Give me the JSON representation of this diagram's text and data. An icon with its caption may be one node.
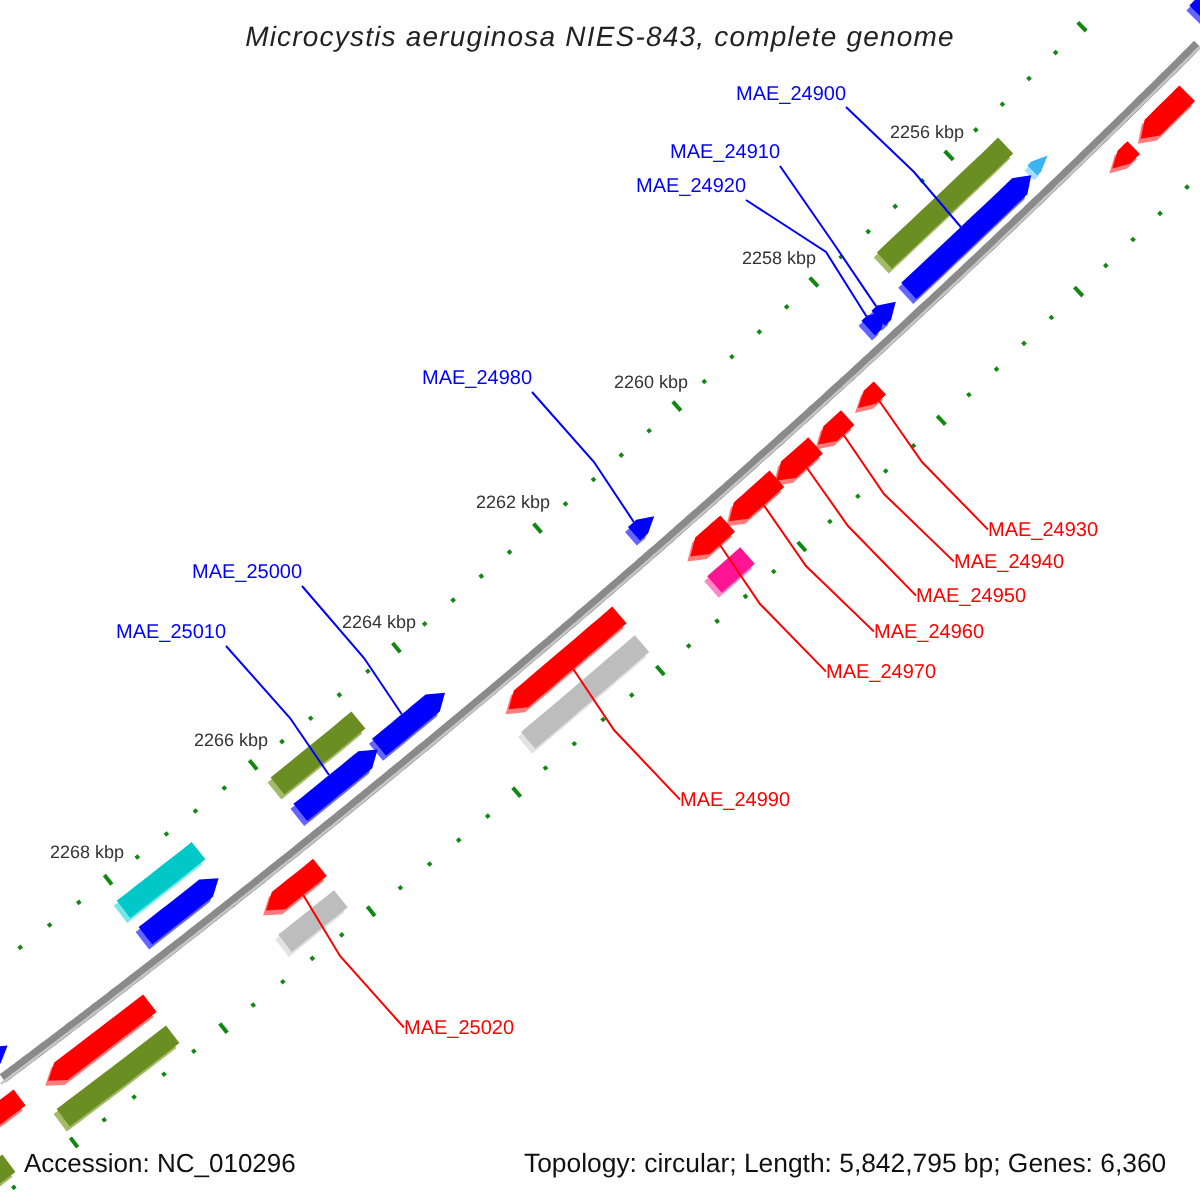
{
  "diagram": {
    "title": "Microcystis aeruginosa NIES-843, complete genome",
    "nodes": [
      {
        "text": [
          "MAE_24900"
        ]
      },
      {
        "text": [
          "MAE_24910"
        ]
      },
      {
        "text": [
          "MAE_24920"
        ]
      },
      {
        "text": [
          "MAE_24980"
        ]
      },
      {
        "text": [
          "MAE_24930"
        ]
      },
      {
        "text": [
          "MAE_24940"
        ]
      },
      {
        "text": [
          "MAE_25000"
        ]
      },
      {
        "text": [
          "MAE_24950"
        ]
      },
      {
        "text": [
          "MAE_25010"
        ]
      },
      {
        "text": [
          "MAE_24960"
        ]
      },
      {
        "text": [
          "MAE_24970"
        ]
      },
      {
        "text": [
          "MAE_24990"
        ]
      },
      {
        "text": [
          "MAE_25020"
        ]
      },
      {
        "text": [],
        "shape": "arrow"
      },
      {
        "text": [],
        "shape": "arrow"
      },
      {
        "text": [],
        "shape": "arrow"
      },
      {
        "text": [],
        "shape": "arrow"
      },
      {
        "text": [],
        "shape": "bar"
      },
      {
        "text": [],
        "shape": "arrow"
      },
      {
        "text": [],
        "shape": "arrow"
      },
      {
        "text": [],
        "shape": "arrow"
      },
      {
        "text": [],
        "shape": "arrow"
      },
      {
        "text": [],
        "shape": "arrow"
      },
      {
        "text": [],
        "shape": "arrow"
      },
      {
        "text": [],
        "shape": "arrow"
      },
      {
        "text": [],
        "shape": "arrow"
      },
      {
        "text": [],
        "shape": "arrow"
      },
      {
        "text": [],
        "shape": "bar"
      },
      {
        "text": [],
        "shape": "arrow"
      },
      {
        "text": [],
        "shape": "bar"
      },
      {
        "text": [],
        "shape": "arrow"
      },
      {
        "text": [],
        "shape": "bar"
      },
      {
        "text": [],
        "shape": "arrow"
      },
      {
        "text": [],
        "shape": "bar"
      },
      {
        "text": [],
        "shape": "arrow"
      },
      {
        "text": [],
        "shape": "arrow"
      },
      {
        "text": [],
        "shape": "bar"
      },
      {
        "text": [],
        "shape": "arrow"
      },
      {
        "text": [],
        "shape": "arrow"
      },
      {
        "text": [],
        "shape": "bar"
      },
      {
        "text": [],
        "shape": "arrow"
      },
      {
        "text": [],
        "shape": "bar"
      }
    ],
    "edges": [
      {
        "from": 0,
        "to": 18,
        "arrow": "none",
        "color": "#0000ff"
      },
      {
        "from": 1,
        "to": 19,
        "arrow": "none",
        "color": "#0000ff"
      },
      {
        "from": 2,
        "to": 20,
        "arrow": "none",
        "color": "#0000ff"
      },
      {
        "from": 3,
        "to": 25,
        "arrow": "none",
        "color": "#0000ff"
      },
      {
        "from": 4,
        "to": 21,
        "arrow": "none"
      },
      {
        "from": 5,
        "to": 22,
        "arrow": "none"
      },
      {
        "from": 6,
        "to": 30,
        "arrow": "none",
        "color": "#0000ff"
      },
      {
        "from": 7,
        "to": 23,
        "arrow": "none"
      },
      {
        "from": 8,
        "to": 32,
        "arrow": "none",
        "color": "#0000ff"
      },
      {
        "from": 9,
        "to": 24,
        "arrow": "none"
      },
      {
        "from": 10,
        "to": 26,
        "arrow": "none"
      },
      {
        "from": 11,
        "to": 28,
        "arrow": "none"
      },
      {
        "from": 12,
        "to": 34,
        "arrow": "none"
      }
    ],
    "labels": [
      "2256 kbp",
      "2258 kbp",
      "2260 kbp",
      "2262 kbp",
      "2264 kbp",
      "2266 kbp",
      "2268 kbp",
      "Accession: NC_010296",
      "Topology: circular; Length: 5,842,795 bp; Genes: 6,360"
    ]
  }
}
